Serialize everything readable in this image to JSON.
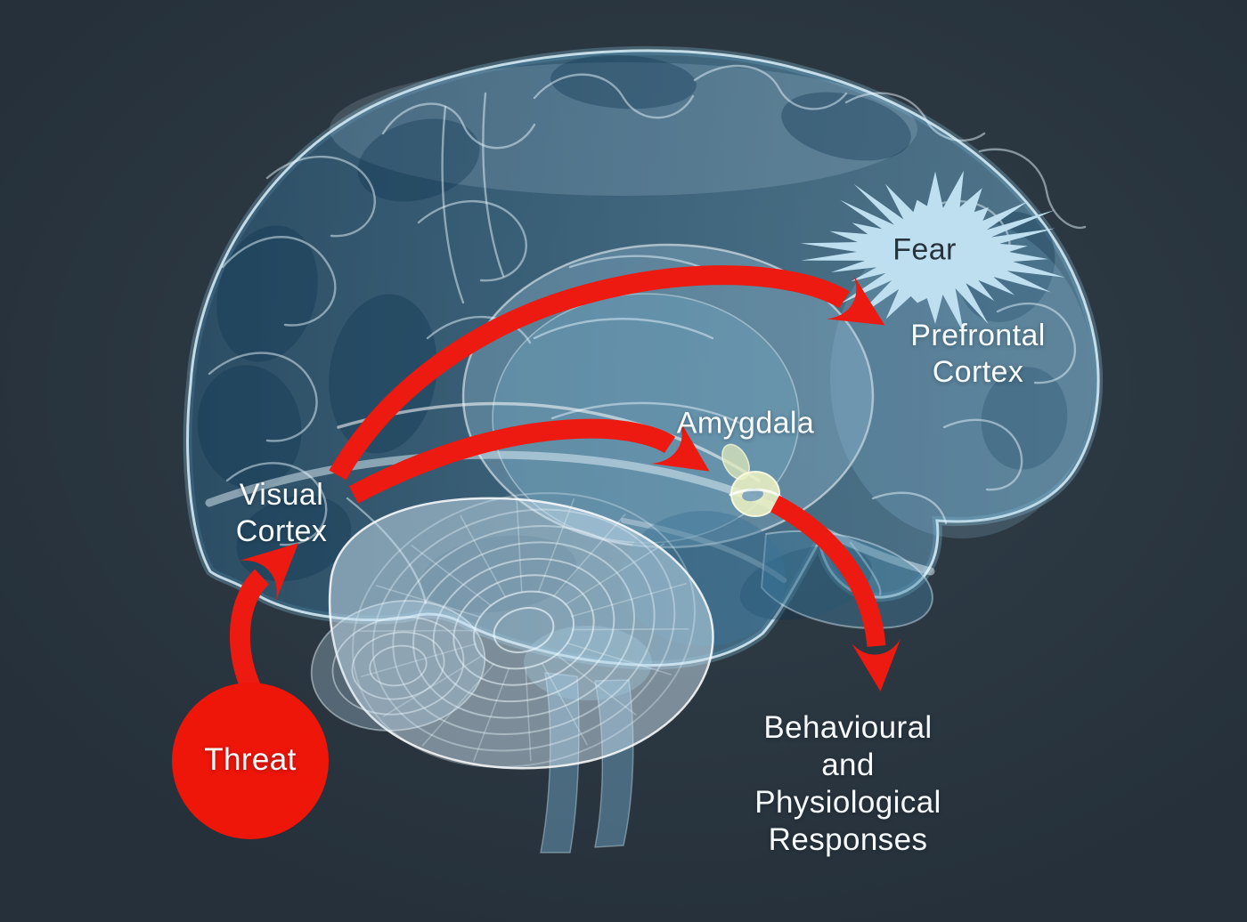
{
  "diagram": {
    "subject": "Fear response pathway in the brain",
    "labels": {
      "threat": "Threat",
      "visual_cortex": "Visual\nCortex",
      "amygdala": "Amygdala",
      "prefrontal_cortex": "Prefrontal\nCortex",
      "fear": "Fear",
      "responses": "Behavioural\nand\nPhysiological\nResponses"
    },
    "pathway_edges": [
      {
        "from": "Threat",
        "to": "Visual Cortex"
      },
      {
        "from": "Visual Cortex",
        "to": "Prefrontal Cortex"
      },
      {
        "from": "Visual Cortex",
        "to": "Amygdala"
      },
      {
        "from": "Amygdala",
        "to": "Behavioural and Physiological Responses"
      }
    ],
    "colors": {
      "background": "#2b3741",
      "arrow_red": "#ec1a10",
      "threat_red": "#ee1509",
      "fear_burst_blue": "#bedff0",
      "fear_text": "#27343d",
      "label_text": "#f7fbfd",
      "brain_teal": "#3f7ba0",
      "brain_highlight": "#e8f4fa",
      "amygdala_yellow": "#e9edc1"
    }
  }
}
